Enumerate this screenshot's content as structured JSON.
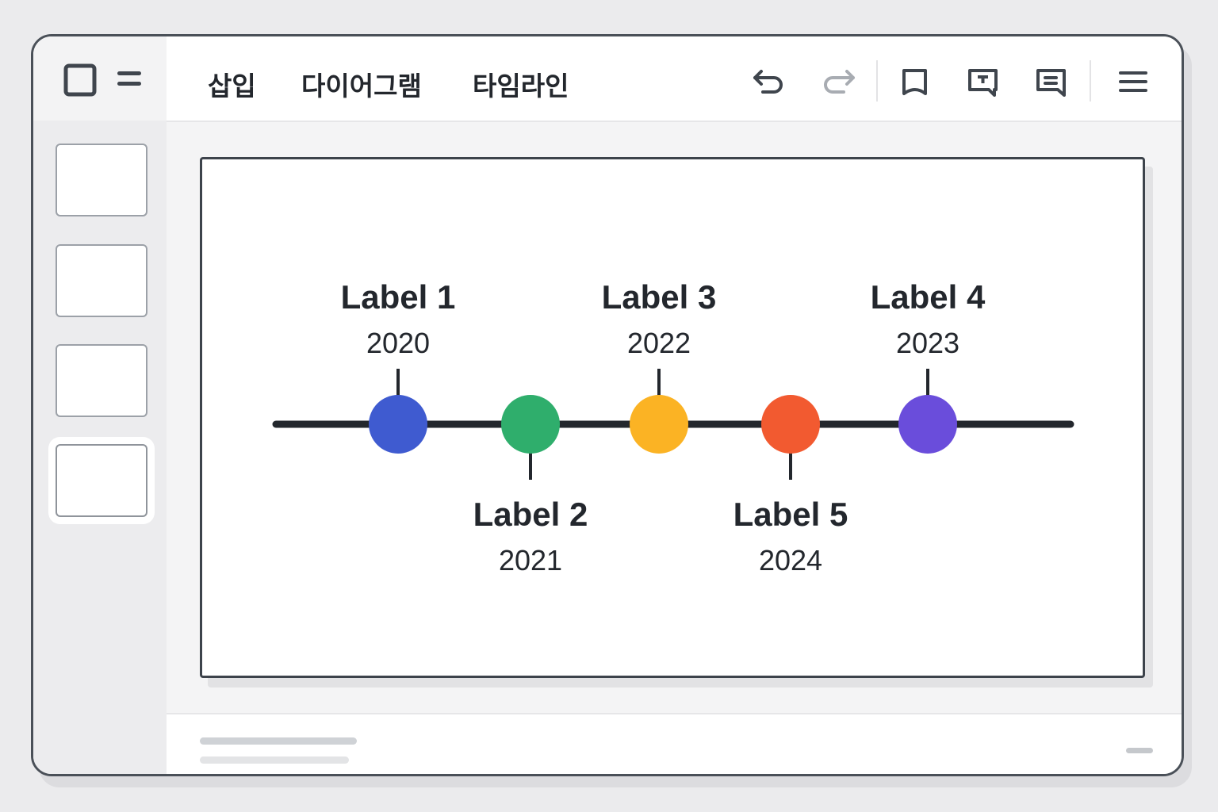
{
  "toolbar": {
    "menus": [
      "삽입",
      "다이어그램",
      "타임라인"
    ]
  },
  "icons": [
    "panel-icon",
    "list-icon",
    "undo-icon",
    "redo-icon",
    "bookmark-icon",
    "text-box-icon",
    "comment-icon",
    "hamburger-menu-icon"
  ],
  "chart_data": {
    "type": "timeline",
    "events": [
      {
        "label": "Label 1",
        "year": "2020",
        "color": "#3f5bd0",
        "position": "above"
      },
      {
        "label": "Label 2",
        "year": "2021",
        "color": "#2fae6c",
        "position": "below"
      },
      {
        "label": "Label 3",
        "year": "2022",
        "color": "#fbb324",
        "position": "above"
      },
      {
        "label": "Label 5",
        "year": "2024",
        "color": "#f25a30",
        "position": "below"
      },
      {
        "label": "Label 4",
        "year": "2023",
        "color": "#6a4ddb",
        "position": "above"
      }
    ]
  }
}
